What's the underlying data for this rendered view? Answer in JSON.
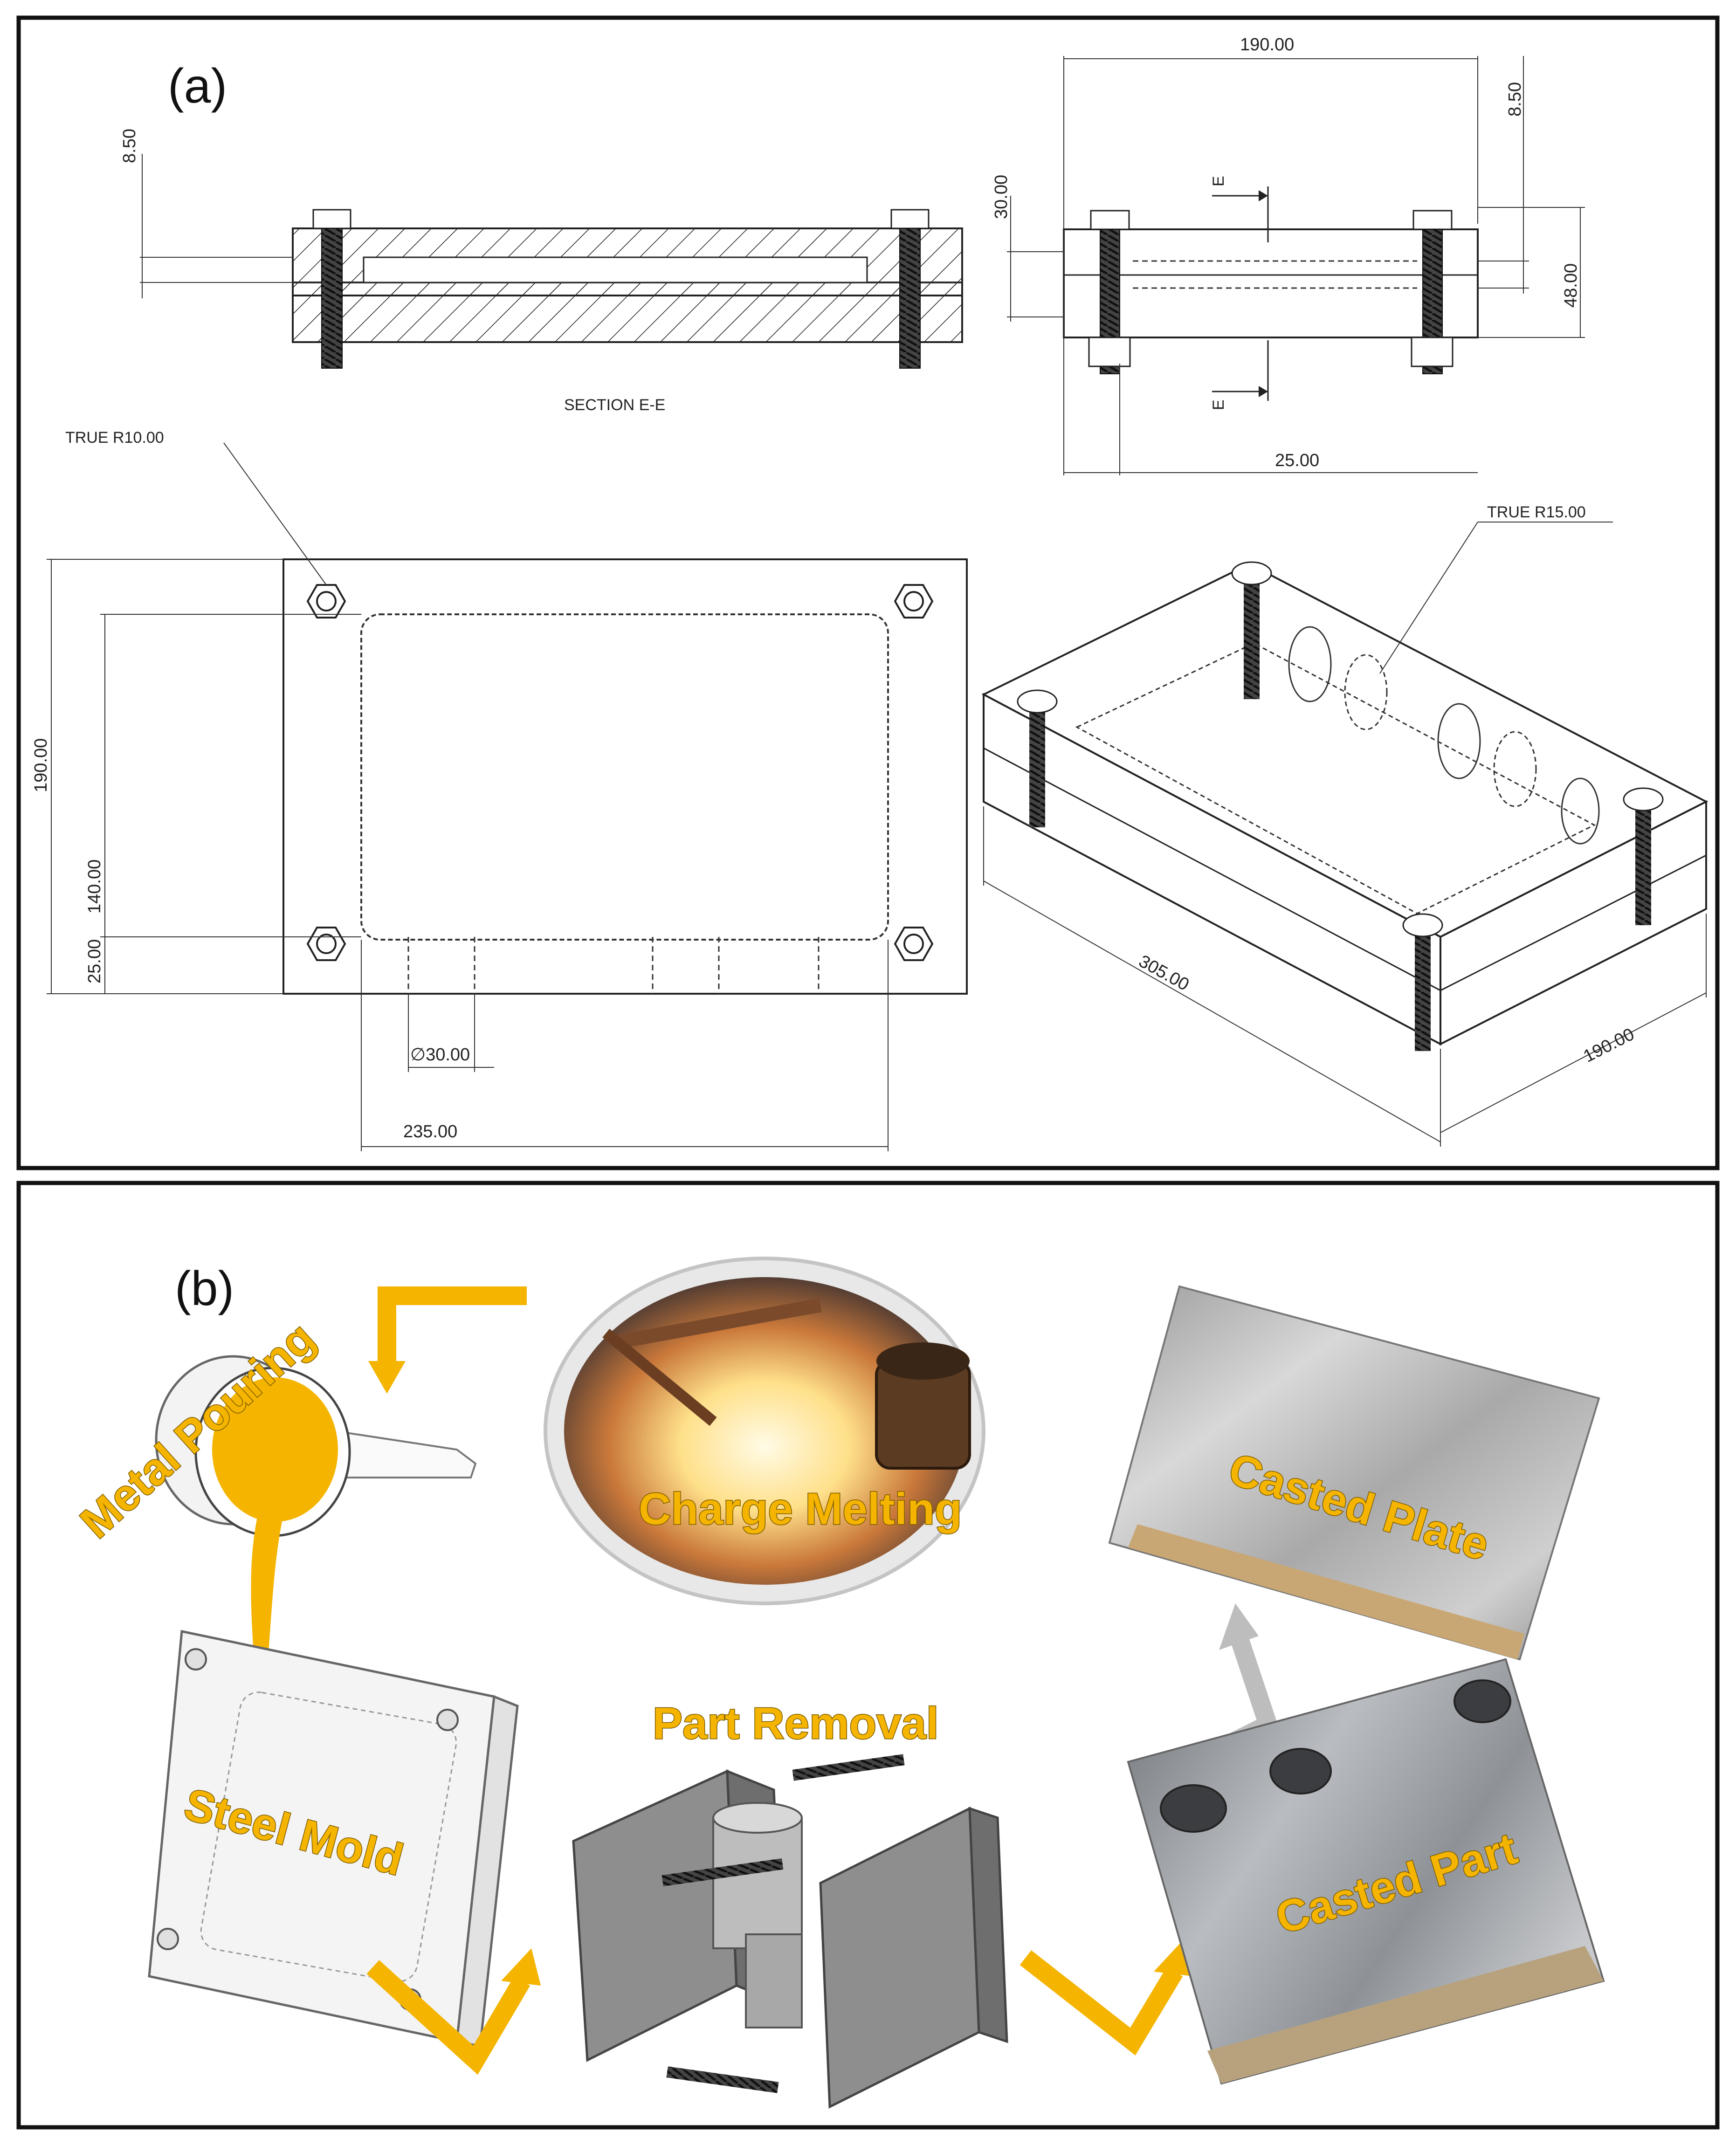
{
  "panel_a": {
    "label": "(a)",
    "section_title": "SECTION E-E",
    "section_marks": [
      "E",
      "E"
    ],
    "notes": {
      "radius_small": "TRUE R10.00",
      "radius_large": "TRUE R15.00"
    },
    "dims": {
      "section_8_50": "8.50",
      "side_190": "190.00",
      "side_8_50": "8.50",
      "side_30": "30.00",
      "side_48": "48.00",
      "side_25": "25.00",
      "plan_190": "190.00",
      "plan_140": "140.00",
      "plan_25": "25.00",
      "plan_dia30": "∅30.00",
      "plan_235": "235.00",
      "iso_305": "305.00",
      "iso_190": "190.00"
    }
  },
  "panel_b": {
    "label": "(b)",
    "steps": {
      "metal_pouring": "Metal Pouring",
      "charge_melting": "Charge Melting",
      "casted_plate": "Casted Plate",
      "steel_mold": "Steel Mold",
      "part_removal": "Part Removal",
      "casted_part": "Casted Part"
    },
    "colors": {
      "accent": "#F4B400",
      "gray_arrow": "#bdbdbd",
      "frame": "#111111"
    }
  }
}
